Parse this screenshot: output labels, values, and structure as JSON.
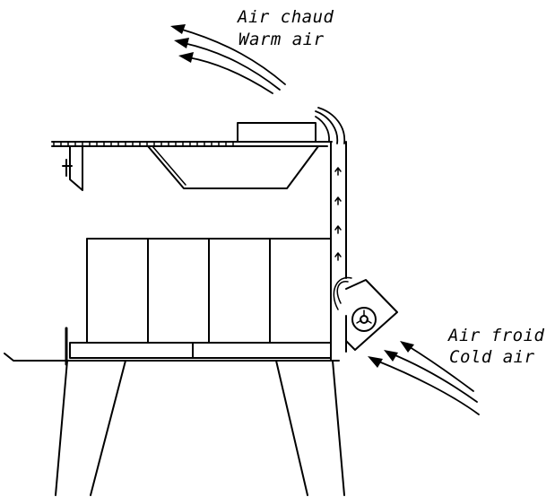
{
  "labels": {
    "warm_air_fr": "Air chaud",
    "warm_air_en": "Warm air",
    "cold_air_fr": "Air froid",
    "cold_air_en": "Cold air"
  },
  "colors": {
    "line": "#000000",
    "background": "#ffffff"
  },
  "icons": {
    "fan": "fan-icon",
    "arrow": "arrow-icon"
  }
}
